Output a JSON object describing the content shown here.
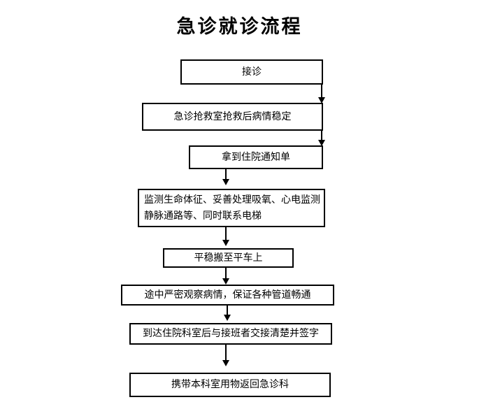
{
  "page": {
    "title": "急诊就诊流程"
  },
  "colors": {
    "background": "#ffffff",
    "line": "#000000",
    "text": "#000000"
  },
  "flowchart": {
    "type": "vertical-flowchart",
    "nodes": [
      {
        "label": "接诊"
      },
      {
        "label": "急诊抢救室抢救后病情稳定"
      },
      {
        "label": "拿到住院通知单"
      },
      {
        "label": "监测生命体征、妥善处理吸氧、心电监测静脉通路等、同时联系电梯",
        "lines": [
          "监测生命体征、妥善处理吸氧、心电监测",
          "静脉通路等、同时联系电梯"
        ]
      },
      {
        "label": "平稳搬至平车上"
      },
      {
        "label": "途中严密观察病情，保证各种管道畅通"
      },
      {
        "label": "到达住院科室后与接班者交接清楚并签字"
      },
      {
        "label": "携带本科室用物返回急诊科"
      }
    ],
    "connectors": [
      {
        "from": 0,
        "to": 1,
        "shape": "down-arrow"
      },
      {
        "from": 1,
        "to": 2,
        "shape": "down-arrow"
      },
      {
        "from": 2,
        "to": 3,
        "shape": "down-arrow"
      },
      {
        "from": 3,
        "to": 4,
        "shape": "down-arrow"
      },
      {
        "from": 4,
        "to": 5,
        "shape": "down-arrow"
      },
      {
        "from": 5,
        "to": 6,
        "shape": "down-arrow"
      },
      {
        "from": 6,
        "to": 7,
        "shape": "down-arrow"
      }
    ]
  }
}
